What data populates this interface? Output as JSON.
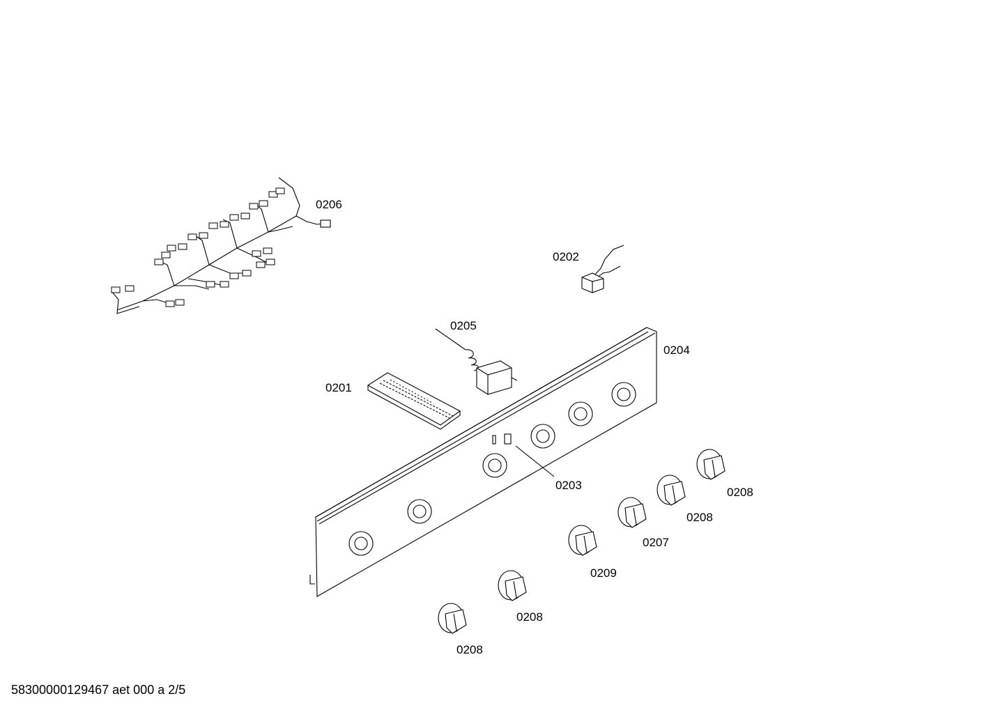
{
  "diagram": {
    "title": "Exploded parts drawing – control panel",
    "part_labels": {
      "p0201": "0201",
      "p0202": "0202",
      "p0203": "0203",
      "p0204": "0204",
      "p0205": "0205",
      "p0206": "0206",
      "p0207": "0207",
      "p0208a": "0208",
      "p0208b": "0208",
      "p0208c": "0208",
      "p0208d": "0208",
      "p0209": "0209"
    }
  },
  "footer": {
    "document_code": "58300000129467 aet 000 a 2/5"
  }
}
